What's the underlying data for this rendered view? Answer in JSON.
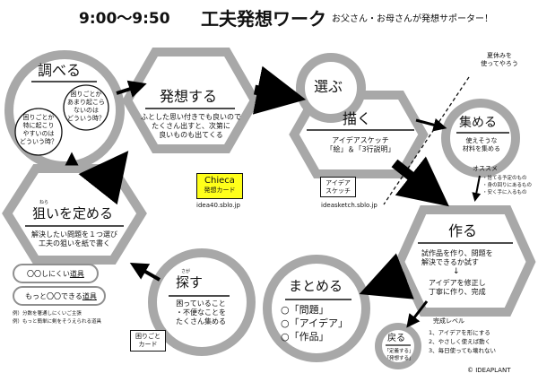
{
  "header": {
    "time": "9:00〜9:50",
    "title": "工夫発想ワーク",
    "subtitle": "お父さん・お母さんが発想サポーター！"
  },
  "steps": {
    "shiraberu": {
      "title": "調べる",
      "q1": [
        "困りごとが",
        "特に起こり",
        "やすいのは",
        "どういう時？"
      ],
      "q2": [
        "困りごとが",
        "あまり起こら",
        "ないのは",
        "どういう時？"
      ]
    },
    "hassou": {
      "title": "発想する",
      "desc": [
        "ふとした思い付きでも良いので",
        "たくさん出すと、次第に",
        "良いものも出てくる"
      ],
      "card_name": "Chieca",
      "card_sub": "発想カード",
      "url": "idea40.sblo.jp"
    },
    "erabu": {
      "title": "選ぶ"
    },
    "kaku": {
      "title": "描く",
      "desc": [
        "アイデアスケッチ",
        "「絵」＆「3行説明」"
      ],
      "card": [
        "アイデア",
        "スケッチ"
      ],
      "url": "ideasketch.sblo.jp"
    },
    "natsuyasumi": [
      "夏休みを",
      "使ってやろう"
    ],
    "atsumeru": {
      "title": "集める",
      "desc": [
        "使えそうな",
        "材料を集める"
      ],
      "osusume": "オススメ",
      "tips": [
        "・捨てる予定のもの",
        "・身の回りにあるもの",
        "・安く手に入るもの"
      ]
    },
    "nerai": {
      "title": "狙いを定める",
      "ruby": "ねら",
      "desc": [
        "解決したい問題を１つ選び",
        "工夫の狙いを紙で書く"
      ],
      "pill1_prefix": "〇〇しにくい",
      "pill1_tool": "道具",
      "pill2_prefix": "もっと〇〇できる",
      "pill2_tool": "道具",
      "ex1": "例）分数を箸通しにくいご主張",
      "ex2": "例）もっと簡単に剣をそうえられる道具"
    },
    "sagasu": {
      "title": "探す",
      "ruby": "さが",
      "desc": [
        "困っていること",
        "・不便なことを",
        "たくさん集める"
      ],
      "card": [
        "困りごと",
        "カード"
      ]
    },
    "tsukuru": {
      "title": "作る",
      "desc": [
        "試作品を作り、問題を",
        "解決できるか試す"
      ],
      "arrow": "↓",
      "desc2": [
        "アイデアを修正し",
        "丁寧に作り、完成"
      ]
    },
    "matomeru": {
      "title": "まとめる",
      "items": [
        "「問題」",
        "「アイデア」",
        "「作品」"
      ]
    },
    "modoru": {
      "title": "戻る",
      "items": [
        "「定義する」",
        "「発想する」"
      ]
    },
    "kansei": {
      "title": "完成レベル",
      "items": [
        "1、アイデアを形にする",
        "2、やさしく使えば動く",
        "3、毎日使っても壊れない"
      ]
    }
  },
  "footer": {
    "copyright": "© IDEAPLANT"
  },
  "colors": {
    "hexagon": "#a8a8a8",
    "circle": "#a8a8a8",
    "card": "#ffff1a",
    "arrow": "#000000"
  }
}
